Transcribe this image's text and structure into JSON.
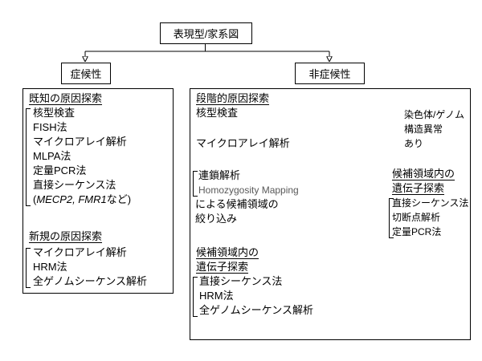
{
  "root": {
    "title": "表現型/家系図"
  },
  "branches": {
    "left": "症候性",
    "right": "非症候性"
  },
  "left": {
    "known_title": "既知の原因探索",
    "known_items": [
      "核型検査",
      "FISH法",
      "マイクロアレイ解析",
      "MLPA法",
      "定量PCR法",
      "直接シーケンス法"
    ],
    "gene_note": {
      "open": "(",
      "genes": "MECP2, FMR1",
      "close": "など)"
    },
    "novel_title": "新規の原因探索",
    "novel_items": [
      "マイクロアレイ解析",
      "HRM法",
      "全ゲノムシーケンス解析"
    ]
  },
  "right": {
    "title": "段階的原因探索",
    "step_karyotype": "核型検査",
    "step_microarray": "マイクロアレイ解析",
    "linkage": {
      "line1": "連鎖解析",
      "line2": "Homozygosity Mapping",
      "line3": "による候補領域の",
      "line4": "絞り込み"
    },
    "candidate": {
      "title_line1": "候補領域内の",
      "title_line2": "遺伝子探索",
      "items": [
        "直接シーケンス法",
        "HRM法",
        "全ゲノムシーケンス解析"
      ]
    },
    "structural": {
      "note_line1": "染色体/ゲノム",
      "note_line2": "構造異常",
      "note_line3": "あり",
      "title_line1": "候補領域内の",
      "title_line2": "遺伝子探索",
      "items": [
        "直接シーケンス法",
        "切断点解析",
        "定量PCR法"
      ]
    }
  }
}
